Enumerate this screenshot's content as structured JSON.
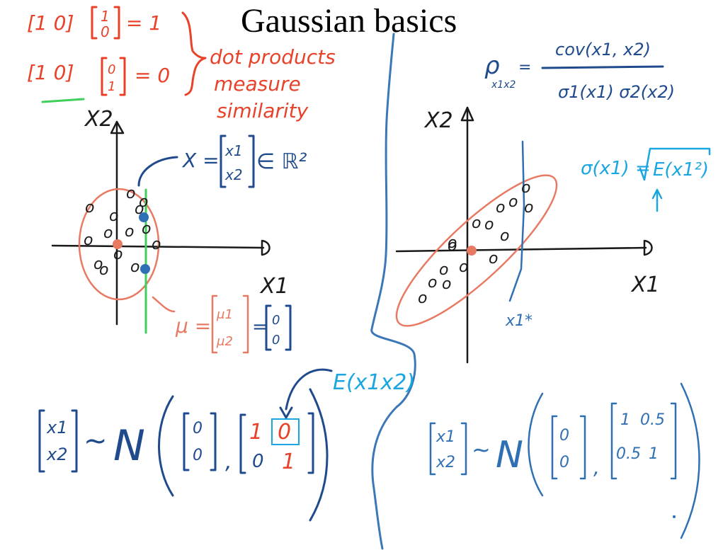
{
  "title": "Gaussian basics",
  "top_left": {
    "row1_vec": "[1 0]",
    "row1_col_a": "1",
    "row1_col_b": "0",
    "row1_result": "= 1",
    "row2_vec": "[1 0]",
    "row2_col_a": "0",
    "row2_col_b": "1",
    "row2_result": "= 0",
    "note_line1": "dot products",
    "note_line2": "measure",
    "note_line3": "similarity"
  },
  "left_plot": {
    "y_axis_label": "X2",
    "x_axis_label": "X1",
    "x_def_lhs": "X =",
    "x_def_top": "x1",
    "x_def_bot": "x2",
    "x_def_space": "∈ ℝ²",
    "mu_lhs": "μ =",
    "mu_top": "μ1",
    "mu_bot": "μ2",
    "mu_eq": "=",
    "mu_val_top": "0",
    "mu_val_bot": "0",
    "samples": [
      "o",
      "o",
      "o",
      "o",
      "o",
      "o",
      "o",
      "o",
      "o",
      "o",
      "o",
      "o",
      "o",
      "o"
    ]
  },
  "right_plot": {
    "y_axis_label": "X2",
    "x_axis_label": "X1",
    "marker_label": "x1*",
    "samples": [
      "o",
      "o",
      "o",
      "o",
      "o",
      "o",
      "o",
      "o",
      "o",
      "o",
      "o",
      "o",
      "o",
      "o",
      "o"
    ]
  },
  "formulas": {
    "rho_lhs": "ρ",
    "rho_sub": "x1x2",
    "rho_eq": "=",
    "rho_num": "cov(x1, x2)",
    "rho_den": "σ1(x1) σ2(x2)",
    "sigma_lhs": "σ(x1) =",
    "sigma_rhs": "E(x1²)",
    "expect": "E(x1x2)"
  },
  "dist_left": {
    "vec_top": "x1",
    "vec_bot": "x2",
    "tilde": "~",
    "N": "N",
    "mean_top": "0",
    "mean_bot": "0",
    "comma": ",",
    "c11": "1",
    "c12": "0",
    "c21": "0",
    "c22": "1"
  },
  "dist_right": {
    "vec_top": "x1",
    "vec_bot": "x2",
    "tilde": "~",
    "N": "N",
    "mean_top": "0",
    "mean_bot": "0",
    "comma": ",",
    "c11": "1",
    "c12": "0.5",
    "c21": "0.5",
    "c22": "1"
  },
  "colors": {
    "red": "#e8432a",
    "navy": "#1f4a8c",
    "blue": "#2f6fb3",
    "cyan": "#1aa6e0",
    "salmon": "#e87a64",
    "green": "#3fcf5a"
  }
}
